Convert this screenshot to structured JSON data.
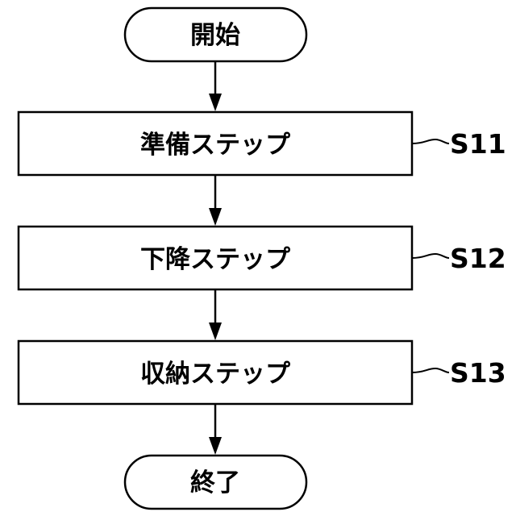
{
  "flowchart": {
    "start": {
      "label": "開始"
    },
    "steps": [
      {
        "label": "準備ステップ",
        "ref": "S11"
      },
      {
        "label": "下降ステップ",
        "ref": "S12"
      },
      {
        "label": "収納ステップ",
        "ref": "S13"
      }
    ],
    "end": {
      "label": "終了"
    }
  }
}
